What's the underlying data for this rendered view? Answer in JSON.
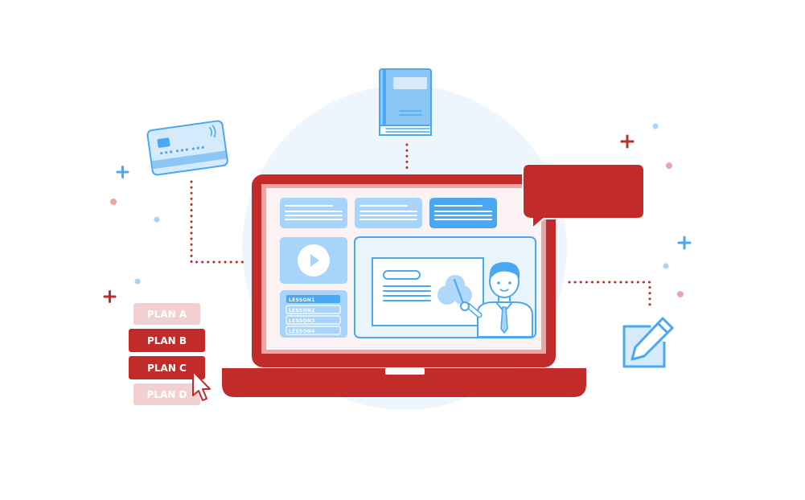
{
  "illustration": {
    "colors": {
      "accent_red": "#C12B2A",
      "light_red": "#F2D0D0",
      "primary_blue": "#4AA8F2",
      "light_blue": "#A7D4FA",
      "pale_blue": "#EAF4FD",
      "white": "#FFFFFF"
    },
    "plans": [
      {
        "label": "PLAN A",
        "state": "inactive"
      },
      {
        "label": "PLAN B",
        "state": "active"
      },
      {
        "label": "PLAN C",
        "state": "active"
      },
      {
        "label": "PLAN D",
        "state": "inactive"
      }
    ],
    "lessons": [
      {
        "label": "LESSON1",
        "state": "active"
      },
      {
        "label": "LESSON2",
        "state": "inactive"
      },
      {
        "label": "LESSON3",
        "state": "inactive"
      },
      {
        "label": "LESSON4",
        "state": "inactive"
      }
    ],
    "icons": [
      "credit-card-icon",
      "book-icon",
      "chat-bubble-icon",
      "edit-pencil-icon",
      "play-icon",
      "cursor-icon",
      "teacher-avatar-icon"
    ]
  }
}
